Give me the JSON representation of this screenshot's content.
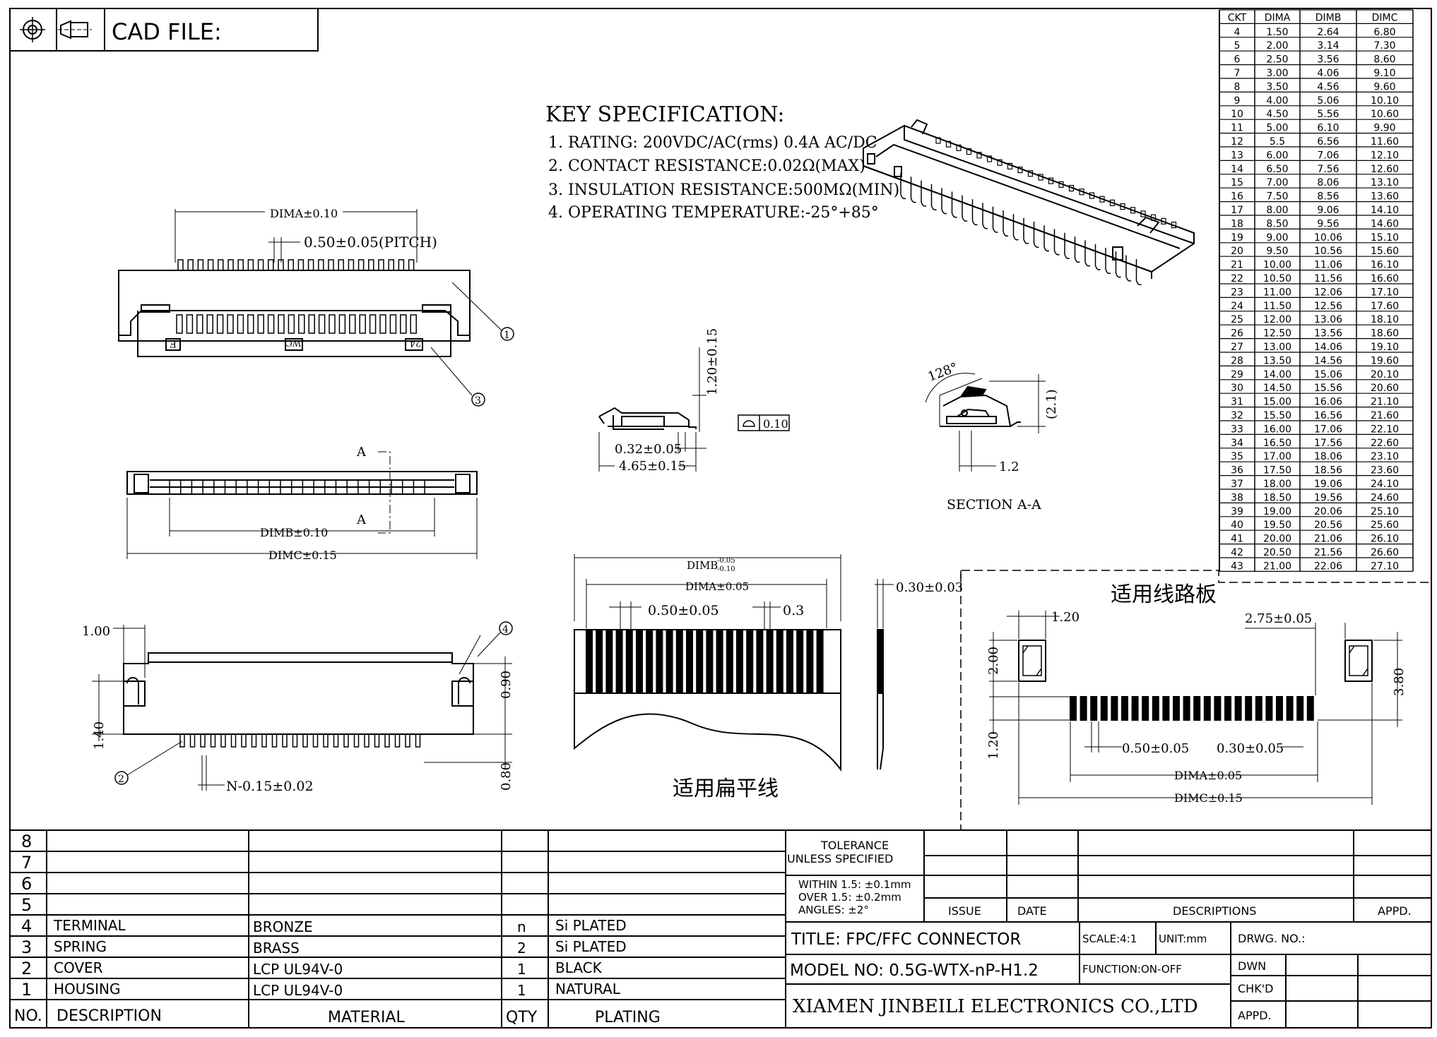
{
  "title_block_top": {
    "cad_file_label": "CAD FILE:"
  },
  "dim_table": {
    "headers": [
      "CKT",
      "DIMA",
      "DIMB",
      "DIMC"
    ],
    "rows": [
      [
        "4",
        "1.50",
        "2.64",
        "6.80"
      ],
      [
        "5",
        "2.00",
        "3.14",
        "7.30"
      ],
      [
        "6",
        "2.50",
        "3.56",
        "8.60"
      ],
      [
        "7",
        "3.00",
        "4.06",
        "9.10"
      ],
      [
        "8",
        "3.50",
        "4.56",
        "9.60"
      ],
      [
        "9",
        "4.00",
        "5.06",
        "10.10"
      ],
      [
        "10",
        "4.50",
        "5.56",
        "10.60"
      ],
      [
        "11",
        "5.00",
        "6.10",
        "9.90"
      ],
      [
        "12",
        "5.5",
        "6.56",
        "11.60"
      ],
      [
        "13",
        "6.00",
        "7.06",
        "12.10"
      ],
      [
        "14",
        "6.50",
        "7.56",
        "12.60"
      ],
      [
        "15",
        "7.00",
        "8.06",
        "13.10"
      ],
      [
        "16",
        "7.50",
        "8.56",
        "13.60"
      ],
      [
        "17",
        "8.00",
        "9.06",
        "14.10"
      ],
      [
        "18",
        "8.50",
        "9.56",
        "14.60"
      ],
      [
        "19",
        "9.00",
        "10.06",
        "15.10"
      ],
      [
        "20",
        "9.50",
        "10.56",
        "15.60"
      ],
      [
        "21",
        "10.00",
        "11.06",
        "16.10"
      ],
      [
        "22",
        "10.50",
        "11.56",
        "16.60"
      ],
      [
        "23",
        "11.00",
        "12.06",
        "17.10"
      ],
      [
        "24",
        "11.50",
        "12.56",
        "17.60"
      ],
      [
        "25",
        "12.00",
        "13.06",
        "18.10"
      ],
      [
        "26",
        "12.50",
        "13.56",
        "18.60"
      ],
      [
        "27",
        "13.00",
        "14.06",
        "19.10"
      ],
      [
        "28",
        "13.50",
        "14.56",
        "19.60"
      ],
      [
        "29",
        "14.00",
        "15.06",
        "20.10"
      ],
      [
        "30",
        "14.50",
        "15.56",
        "20.60"
      ],
      [
        "31",
        "15.00",
        "16.06",
        "21.10"
      ],
      [
        "32",
        "15.50",
        "16.56",
        "21.60"
      ],
      [
        "33",
        "16.00",
        "17.06",
        "22.10"
      ],
      [
        "34",
        "16.50",
        "17.56",
        "22.60"
      ],
      [
        "35",
        "17.00",
        "18.06",
        "23.10"
      ],
      [
        "36",
        "17.50",
        "18.56",
        "23.60"
      ],
      [
        "37",
        "18.00",
        "19.06",
        "24.10"
      ],
      [
        "38",
        "18.50",
        "19.56",
        "24.60"
      ],
      [
        "39",
        "19.00",
        "20.06",
        "25.10"
      ],
      [
        "40",
        "19.50",
        "20.56",
        "25.60"
      ],
      [
        "41",
        "20.00",
        "21.06",
        "26.10"
      ],
      [
        "42",
        "20.50",
        "21.56",
        "26.60"
      ],
      [
        "43",
        "21.00",
        "22.06",
        "27.10"
      ]
    ]
  },
  "key_spec": {
    "heading": "KEY SPECIFICATION:",
    "items": [
      "1. RATING: 200VDC/AC(rms) 0.4A AC/DC",
      "2. CONTACT RESISTANCE:0.02Ω(MAX)",
      "3. INSULATION RESISTANCE:500MΩ(MIN)",
      "4. OPERATING TEMPERATURE:-25°+85°"
    ]
  },
  "labels": {
    "dima_010": "DIMA±0.10",
    "pitch": "0.50±0.05(PITCH)",
    "callout_1": "1",
    "callout_2": "2",
    "callout_3": "3",
    "callout_4": "4",
    "housing_mark_left": "E",
    "housing_mark_mid": "WC",
    "housing_mark_right": "24",
    "section_a_top": "A",
    "section_a_bottom": "A",
    "dimb_010": "DIMB±0.10",
    "dimc_015": "DIMC±0.15",
    "height_120": "1.20±0.15",
    "flatness_010": "0.10",
    "dim_032": "0.32±0.05",
    "dim_465": "4.65±0.15",
    "angle_128": "128°",
    "dim_21": "(2.1)",
    "dim_12": "1.2",
    "section_title": "SECTION A-A",
    "side_100": "1.00",
    "side_140": "1.40",
    "side_090": "0.90",
    "side_080": "0.80",
    "side_n015": "N-0.15±0.02",
    "fpc_dimb": "DIMB",
    "fpc_dimb_tol_up": "-0.05",
    "fpc_dimb_tol_dn": "-0.10",
    "fpc_dima": "DIMA±0.05",
    "fpc_pitch": "0.50±0.05",
    "fpc_03": "0.3",
    "fpc_thick": "0.30±0.03",
    "fpc_title": "适用扁平线",
    "pcb_title": "适用线路板",
    "pcb_120a": "1.20",
    "pcb_275": "2.75±0.05",
    "pcb_200": "2.00",
    "pcb_380": "3.80",
    "pcb_120b": "1.20",
    "pcb_050": "0.50±0.05",
    "pcb_030": "0.30±0.05",
    "pcb_dima": "DIMA±0.05",
    "pcb_dimc": "DIMC±0.15"
  },
  "bom": {
    "empty_rows": [
      "8",
      "7",
      "6",
      "5"
    ],
    "rows": [
      {
        "no": "4",
        "desc": "TERMINAL",
        "material": "BRONZE",
        "qty": "n",
        "plating": "Si PLATED"
      },
      {
        "no": "3",
        "desc": "SPRING",
        "material": "BRASS",
        "qty": "2",
        "plating": "Si PLATED"
      },
      {
        "no": "2",
        "desc": "COVER",
        "material": "LCP UL94V-0",
        "qty": "1",
        "plating": "BLACK"
      },
      {
        "no": "1",
        "desc": "HOUSING",
        "material": "LCP UL94V-0",
        "qty": "1",
        "plating": "NATURAL"
      }
    ],
    "header": {
      "no": "NO.",
      "desc": "DESCRIPTION",
      "material": "MATERIAL",
      "qty": "QTY",
      "plating": "PLATING"
    }
  },
  "title_block": {
    "tolerance_1": "TOLERANCE",
    "tolerance_2": "UNLESS SPECIFIED",
    "tol_line1": "WITHIN 1.5: ±0.1mm",
    "tol_line2": "OVER 1.5:  ±0.2mm",
    "tol_line3": "ANGLES: ±2°",
    "issue": "ISSUE",
    "date": "DATE",
    "descriptions": "DESCRIPTIONS",
    "appd_top": "APPD.",
    "title": "TITLE: FPC/FFC CONNECTOR",
    "scale": "SCALE:4:1",
    "unit": "UNIT:mm",
    "drwg_no": "DRWG. NO.:",
    "model": "MODEL NO: 0.5G-WTX-nP-H1.2",
    "function": "FUNCTION:ON-OFF",
    "dwn": "DWN",
    "chkd": "CHK'D",
    "appd": "APPD.",
    "company": "XIAMEN JINBEILI ELECTRONICS CO.,LTD"
  }
}
